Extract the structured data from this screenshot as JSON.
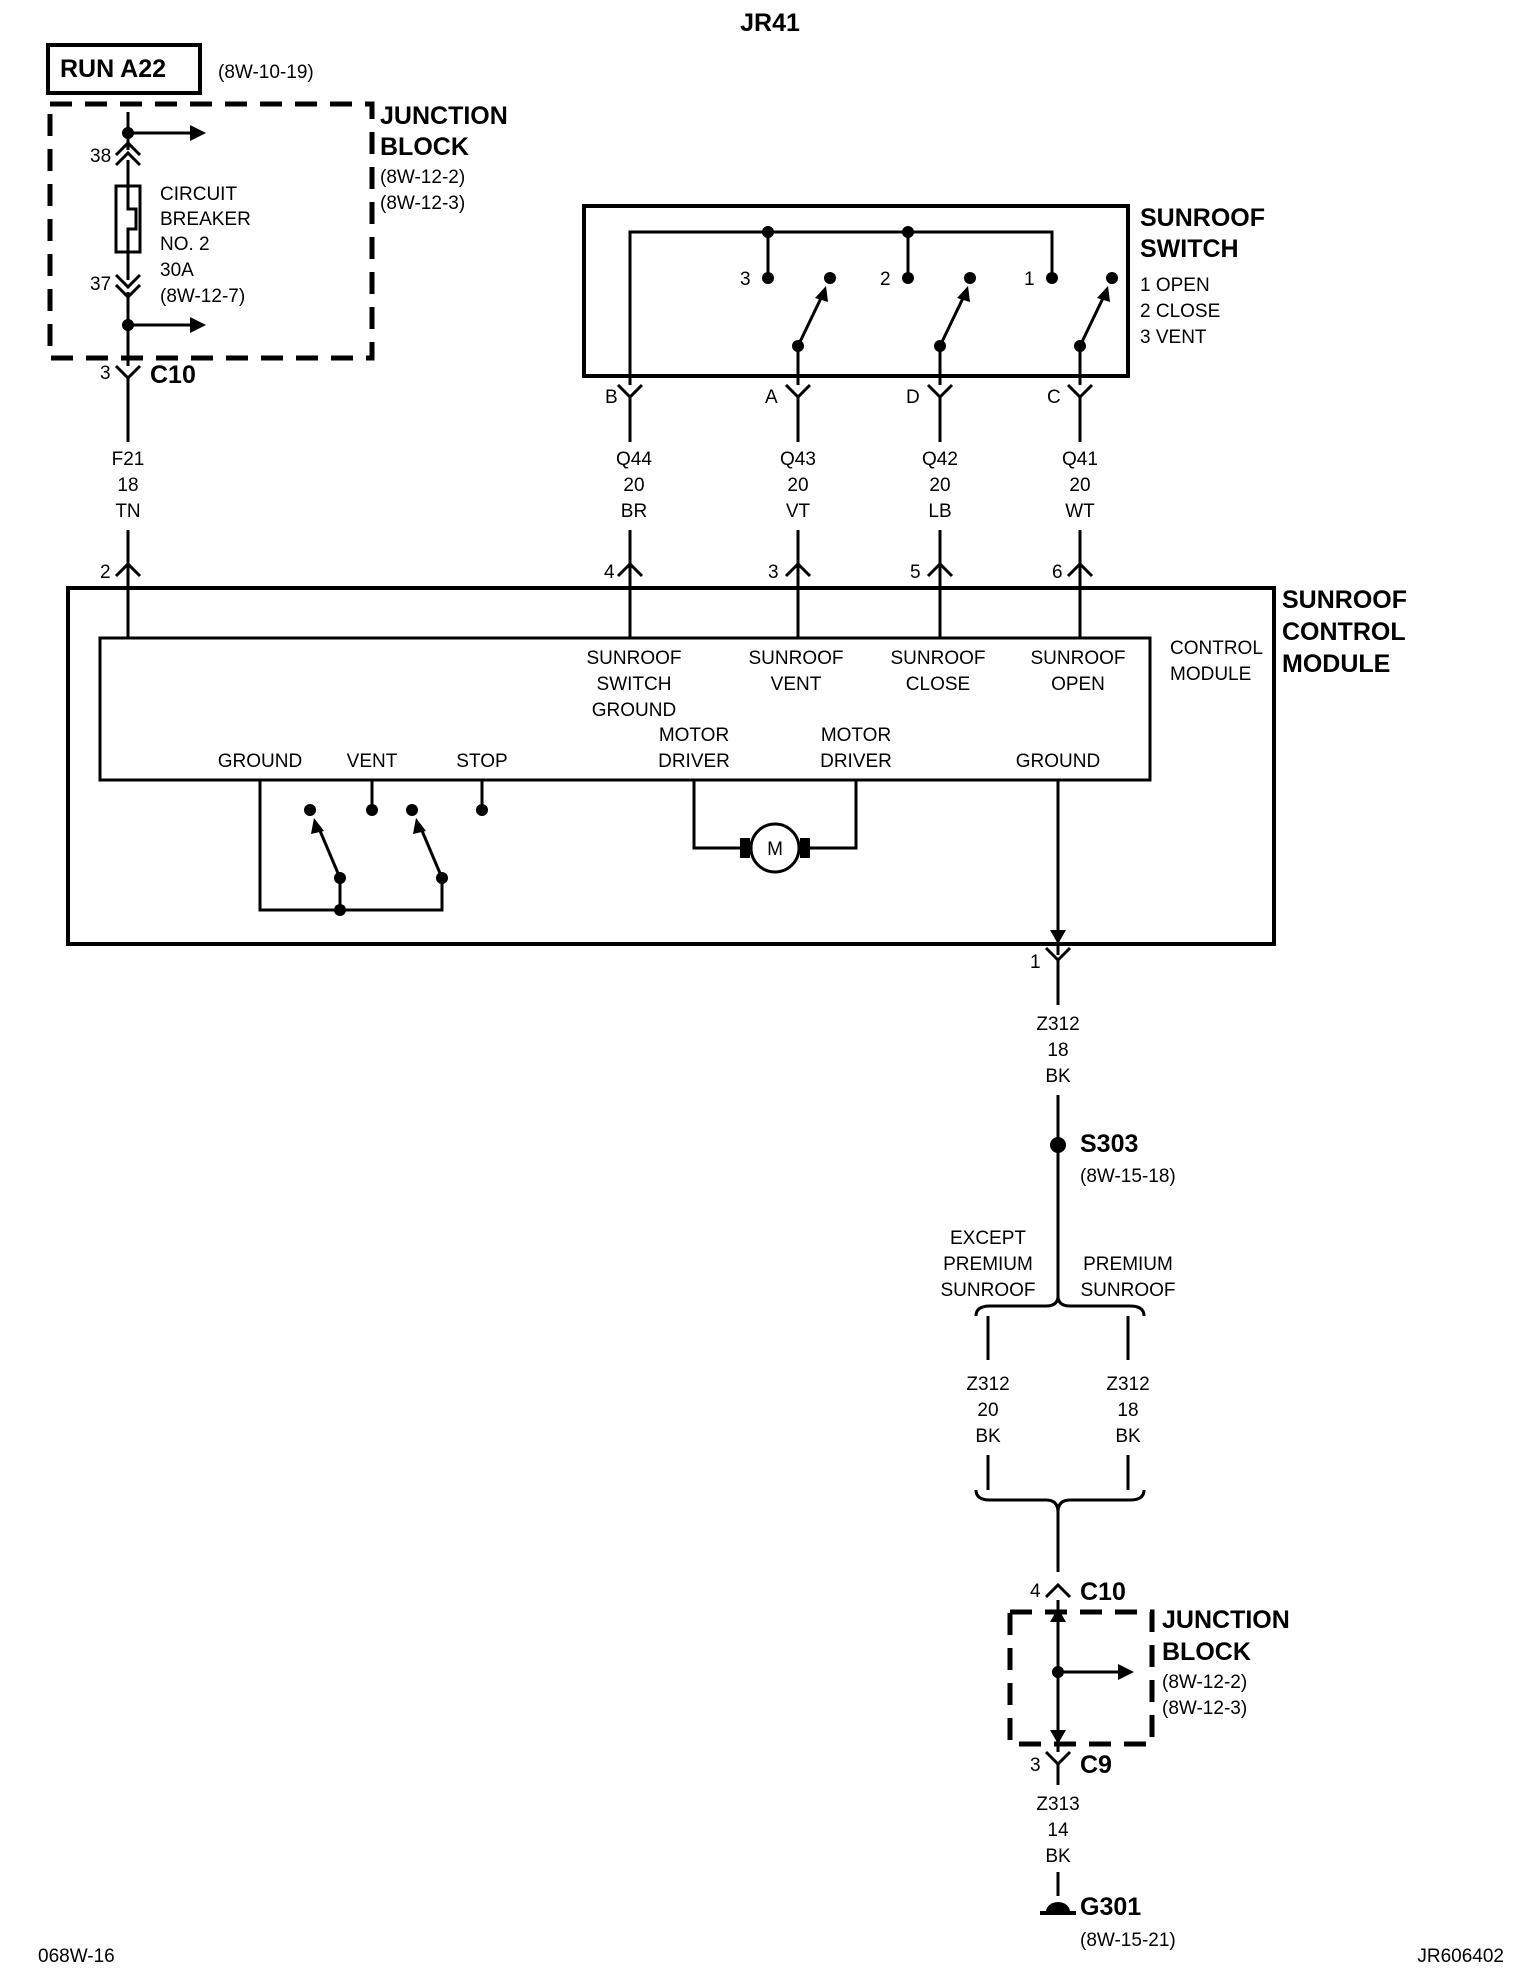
{
  "title": "JR41",
  "footer": {
    "left": "068W-16",
    "right": "JR606402"
  },
  "power": {
    "label": "RUN A22",
    "ref": "(8W-10-19)"
  },
  "junction_block_top": {
    "title_1": "JUNCTION",
    "title_2": "BLOCK",
    "ref_1": "(8W-12-2)",
    "ref_2": "(8W-12-3)",
    "pin_in": "38",
    "pin_out": "37",
    "breaker": [
      "CIRCUIT",
      "BREAKER",
      "NO. 2",
      "30A",
      "(8W-12-7)"
    ],
    "connector_pin": "3",
    "connector": "C10"
  },
  "wire_f21": {
    "circuit": "F21",
    "gauge": "18",
    "color": "TN"
  },
  "sunroof_switch": {
    "title_1": "SUNROOF",
    "title_2": "SWITCH",
    "legend": [
      "1 OPEN",
      "2 CLOSE",
      "3 VENT"
    ],
    "positions": [
      "3",
      "2",
      "1"
    ],
    "pins": [
      "B",
      "A",
      "D",
      "C"
    ]
  },
  "switch_wires": [
    {
      "circuit": "Q44",
      "gauge": "20",
      "color": "BR",
      "module_pin": "4"
    },
    {
      "circuit": "Q43",
      "gauge": "20",
      "color": "VT",
      "module_pin": "3"
    },
    {
      "circuit": "Q42",
      "gauge": "20",
      "color": "LB",
      "module_pin": "5"
    },
    {
      "circuit": "Q41",
      "gauge": "20",
      "color": "WT",
      "module_pin": "6"
    }
  ],
  "control_module": {
    "pin_power": "2",
    "title_1": "SUNROOF",
    "title_2": "CONTROL",
    "title_3": "MODULE",
    "inner_1": "CONTROL",
    "inner_2": "MODULE",
    "inputs": [
      [
        "SUNROOF",
        "SWITCH",
        "GROUND"
      ],
      [
        "SUNROOF",
        "VENT"
      ],
      [
        "SUNROOF",
        "CLOSE"
      ],
      [
        "SUNROOF",
        "OPEN"
      ]
    ],
    "ground": "GROUND",
    "vent": "VENT",
    "stop": "STOP",
    "motor_driver_1": [
      "MOTOR",
      "DRIVER"
    ],
    "motor_driver_2": [
      "MOTOR",
      "DRIVER"
    ],
    "motor": "M",
    "ground_right": "GROUND",
    "out_pin": "1"
  },
  "wire_z312_main": {
    "circuit": "Z312",
    "gauge": "18",
    "color": "BK"
  },
  "splice": {
    "label": "S303",
    "ref": "(8W-15-18)"
  },
  "branch_left": {
    "label": [
      "EXCEPT",
      "PREMIUM",
      "SUNROOF"
    ],
    "circuit": "Z312",
    "gauge": "20",
    "color": "BK"
  },
  "branch_right": {
    "label": [
      "PREMIUM",
      "SUNROOF"
    ],
    "circuit": "Z312",
    "gauge": "18",
    "color": "BK"
  },
  "junction_block_bottom": {
    "pin_in": "4",
    "conn_in": "C10",
    "title_1": "JUNCTION",
    "title_2": "BLOCK",
    "ref_1": "(8W-12-2)",
    "ref_2": "(8W-12-3)",
    "pin_out": "3",
    "conn_out": "C9"
  },
  "wire_z313": {
    "circuit": "Z313",
    "gauge": "14",
    "color": "BK"
  },
  "ground": {
    "label": "G301",
    "ref": "(8W-15-21)"
  }
}
